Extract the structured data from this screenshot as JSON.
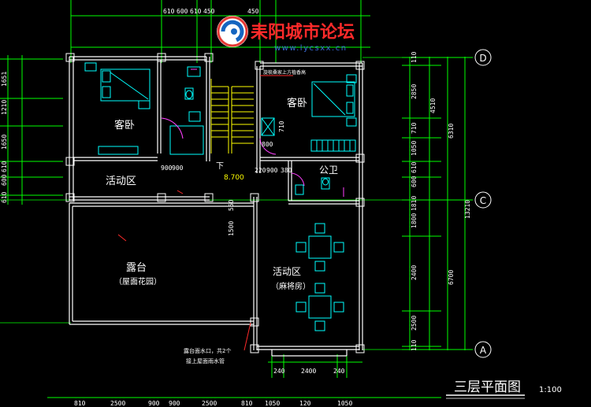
{
  "watermark": {
    "name": "耒阳城市论坛",
    "url": "www.lycsxx.cn"
  },
  "title": {
    "text": "三层平面图",
    "scale": "1:100"
  },
  "axis_bubbles": {
    "D": "D",
    "C": "C",
    "A": "A"
  },
  "rooms": {
    "bedroom_left": "客卧",
    "bedroom_right": "客卧",
    "activity_left": "活动区",
    "terrace": "露台",
    "terrace_note": "（屋面花园）",
    "activity_right": "活动区",
    "activity_right_note": "（麻将房）",
    "bathroom": "公卫",
    "elevation": "8.700",
    "stair_down": "下"
  },
  "notes": {
    "ac_note": "旋梳桑家上方植香高",
    "drain_note_1": "露台面水口，共2个",
    "drain_note_2": "接上屋面雨水管"
  },
  "dims_top": {
    "a": "610",
    "b": "600",
    "c": "610",
    "d": "450",
    "e": "450"
  },
  "dims_left": [
    "1651",
    "1210",
    "1650",
    "610",
    "600",
    "610"
  ],
  "dims_right_inner": [
    "110",
    "2850",
    "710",
    "1050",
    "610",
    "600",
    "1810",
    "1800",
    "2400",
    "2500",
    "110"
  ],
  "dims_right_outer": [
    "4510",
    "6310",
    "6700",
    "13210"
  ],
  "dims_interior": {
    "door_left": "900",
    "door_left_b": "900",
    "door_right_a": "220",
    "door_right_b": "900",
    "door_right_c": "380",
    "wall_710": "710",
    "wall_800": "800",
    "stair_550": "550",
    "stair_1500": "1500",
    "bottom_a": "240",
    "bottom_b": "2400",
    "bottom_c": "240"
  },
  "dims_bottom": [
    "810",
    "2500",
    "900",
    "900",
    "2500",
    "810",
    "1050",
    "120",
    "1050"
  ],
  "colors": {
    "wall": "#ffffff",
    "grid_axis": "#00ff00",
    "dimension": "#00ffff",
    "furniture": "#00ffff",
    "stair": "#ffff00",
    "annotation": "#ff2a2a",
    "door": "#ff40ff"
  }
}
